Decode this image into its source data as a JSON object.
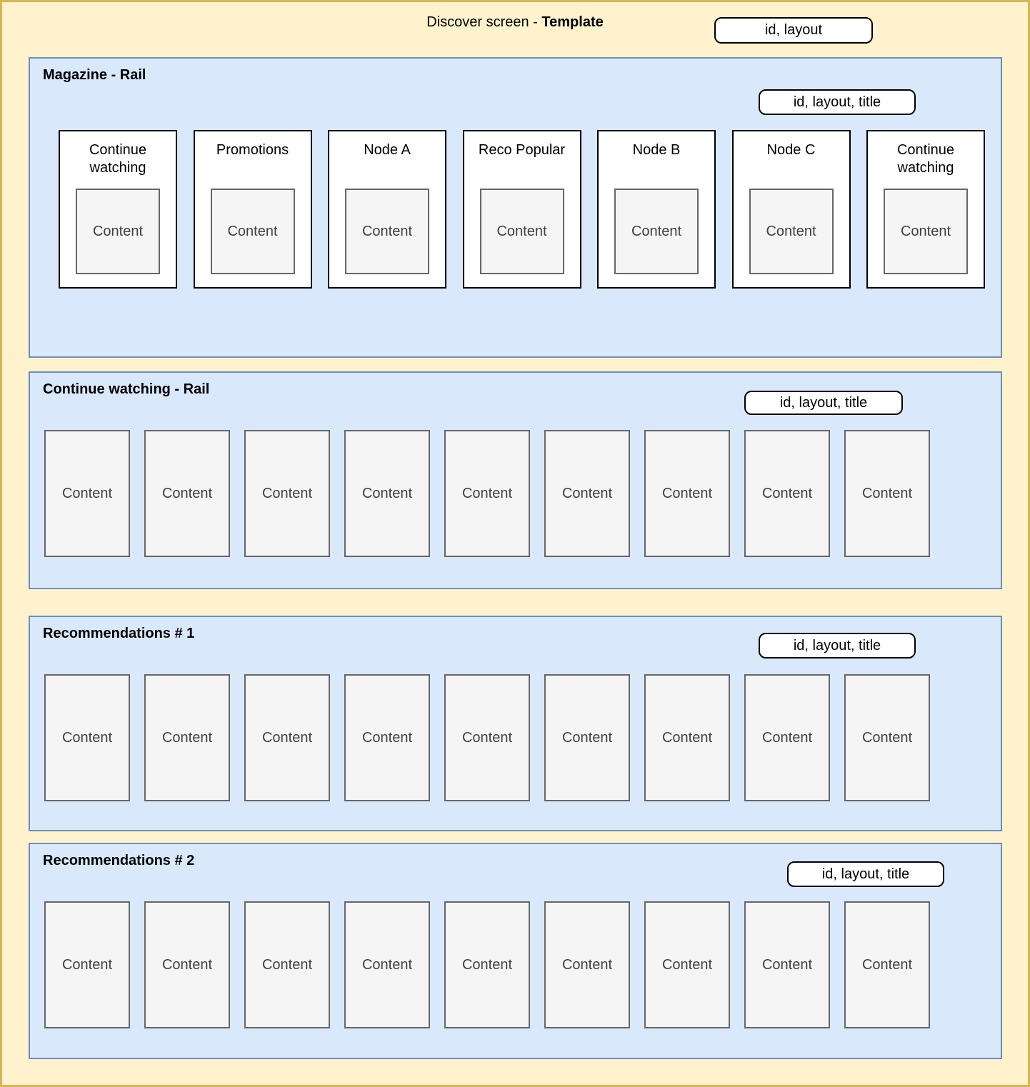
{
  "page": {
    "title_prefix": "Discover screen - ",
    "title_emphasis": "Template",
    "badge_label": "id, layout"
  },
  "sections": [
    {
      "title": "Magazine - Rail",
      "badge_label": "id, layout, title",
      "cards": [
        {
          "label": "Continue watching",
          "content_label": "Content"
        },
        {
          "label": "Promotions",
          "content_label": "Content"
        },
        {
          "label": "Node A",
          "content_label": "Content"
        },
        {
          "label": "Reco Popular",
          "content_label": "Content"
        },
        {
          "label": "Node B",
          "content_label": "Content"
        },
        {
          "label": "Node C",
          "content_label": "Content"
        },
        {
          "label": "Continue watching",
          "content_label": "Content"
        }
      ]
    },
    {
      "title": "Continue watching - Rail",
      "badge_label": "id, layout, title",
      "tile_label": "Content",
      "tile_count": 9
    },
    {
      "title": "Recommendations # 1",
      "badge_label": "id, layout, title",
      "tile_label": "Content",
      "tile_count": 9
    },
    {
      "title": "Recommendations # 2",
      "badge_label": "id, layout, title",
      "tile_label": "Content",
      "tile_count": 9
    }
  ],
  "colors": {
    "canvas_fill": "#FFF2CC",
    "canvas_stroke": "#D6B656",
    "section_fill": "#DAE8FC",
    "section_stroke": "#6C8EBF",
    "card_fill": "#FFFFFF",
    "card_stroke": "#000000",
    "content_fill": "#F5F5F5",
    "content_stroke": "#666666"
  }
}
